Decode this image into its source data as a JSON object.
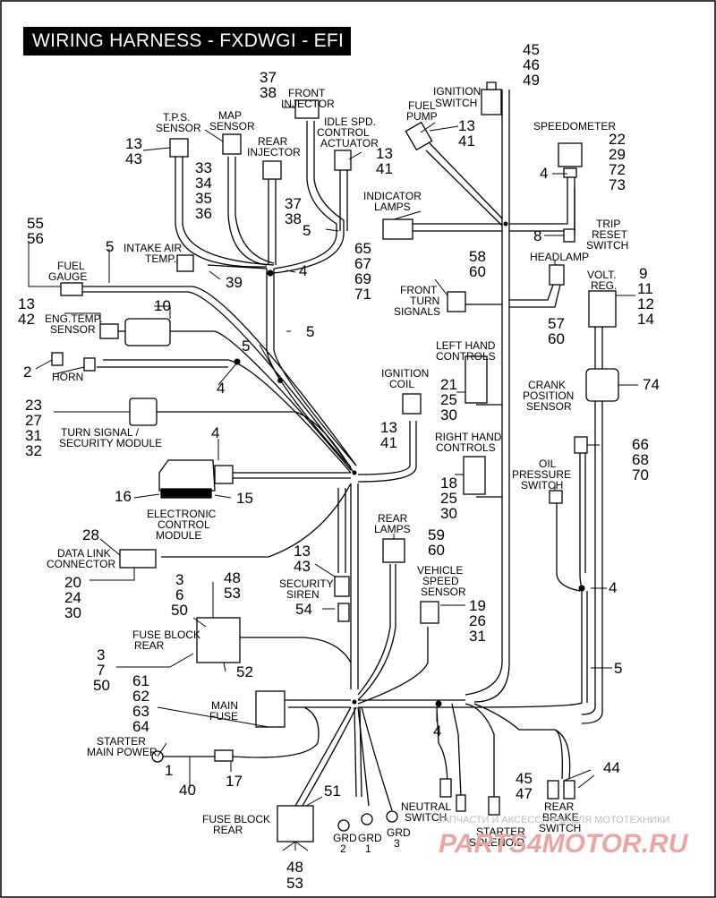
{
  "title": "WIRING HARNESS - FXDWGI - EFI",
  "watermark": {
    "line1": "ЗАПЧАСТИ И АКСЕССУАРЫ ДЛЯ МОТОТЕХНИКИ",
    "brand": "PARTS4MOTOR.RU",
    "color_red": "#e8a7a7"
  },
  "components": [
    {
      "key": "ignition_switch",
      "label": [
        "IGNITION",
        "SWITCH"
      ],
      "numbers": [
        "45",
        "46",
        "49"
      ]
    },
    {
      "key": "fuel_pump",
      "label": [
        "FUEL",
        "PUMP"
      ],
      "numbers": [
        "13",
        "41"
      ]
    },
    {
      "key": "speedometer",
      "label": [
        "SPEEDOMETER"
      ],
      "numbers": [
        "22",
        "29",
        "72",
        "73"
      ]
    },
    {
      "key": "speedo_4",
      "label": [],
      "numbers": [
        "4"
      ]
    },
    {
      "key": "trip_reset",
      "label": [
        "TRIP",
        "RESET",
        "SWITCH"
      ],
      "numbers": [
        "8"
      ]
    },
    {
      "key": "front_injector",
      "label": [
        "FRONT",
        "INJECTOR"
      ],
      "numbers": [
        "37",
        "38"
      ]
    },
    {
      "key": "tps_sensor",
      "label": [
        "T.P.S.",
        "SENSOR"
      ],
      "numbers": [
        "13",
        "43"
      ]
    },
    {
      "key": "map_sensor",
      "label": [
        "MAP",
        "SENSOR"
      ],
      "numbers": [
        "33",
        "34",
        "35",
        "36"
      ]
    },
    {
      "key": "rear_injector",
      "label": [
        "REAR",
        "INJECTOR"
      ],
      "numbers": [
        "37",
        "38"
      ]
    },
    {
      "key": "idle_speed",
      "label": [
        "IDLE  SPD.",
        "CONTROL",
        "ACTUATOR"
      ],
      "numbers": [
        "13",
        "41"
      ]
    },
    {
      "key": "idle_5",
      "label": [],
      "numbers": [
        "5"
      ]
    },
    {
      "key": "indicator_lamps",
      "label": [
        "INDICATOR",
        "LAMPS"
      ],
      "numbers": [
        "65",
        "67",
        "69",
        "71"
      ]
    },
    {
      "key": "intake_air",
      "label": [
        "INTAKE AIR",
        "TEMP."
      ],
      "numbers": [
        "39"
      ]
    },
    {
      "key": "harness_4_top",
      "label": [],
      "numbers": [
        "4"
      ]
    },
    {
      "key": "fuel_gauge",
      "label": [
        "FUEL",
        "GAUGE"
      ],
      "numbers": [
        "55",
        "56"
      ]
    },
    {
      "key": "fuel_gauge_5",
      "label": [],
      "numbers": [
        "5"
      ]
    },
    {
      "key": "eng_temp",
      "label": [
        "ENG.TEMP.",
        "SENSOR"
      ],
      "numbers": [
        "13",
        "42"
      ]
    },
    {
      "key": "item_10",
      "label": [],
      "numbers": [
        "10"
      ]
    },
    {
      "key": "mid_5",
      "label": [],
      "numbers": [
        "5"
      ]
    },
    {
      "key": "front_turn",
      "label": [
        "FRONT",
        "TURN",
        "SIGNALS"
      ],
      "numbers": [
        "58",
        "60"
      ]
    },
    {
      "key": "headlamp",
      "label": [
        "HEADLAMP"
      ],
      "numbers": [
        "57",
        "60"
      ]
    },
    {
      "key": "volt_reg",
      "label": [
        "VOLT.",
        "REG."
      ],
      "numbers": [
        "9",
        "11",
        "12",
        "14"
      ]
    },
    {
      "key": "horn",
      "label": [
        "HORN"
      ],
      "numbers": [
        "2"
      ]
    },
    {
      "key": "horn_4",
      "label": [],
      "numbers": [
        "4"
      ]
    },
    {
      "key": "horn_5",
      "label": [],
      "numbers": [
        "5"
      ]
    },
    {
      "key": "left_controls",
      "label": [
        "LEFT HAND",
        "CONTROLS"
      ],
      "numbers": [
        "21",
        "25",
        "30"
      ]
    },
    {
      "key": "item_74",
      "label": [],
      "numbers": [
        "74"
      ]
    },
    {
      "key": "ignition_coil",
      "label": [
        "IGNITION",
        "COIL"
      ],
      "numbers": [
        "13",
        "41"
      ]
    },
    {
      "key": "turn_security",
      "label": [
        "TURN SIGNAL /",
        "SECURITY MODULE"
      ],
      "numbers": [
        "23",
        "27",
        "31",
        "32"
      ]
    },
    {
      "key": "crank_sensor",
      "label": [
        "CRANK",
        "POSITION",
        "SENSOR"
      ],
      "numbers": [
        "66",
        "68",
        "70"
      ]
    },
    {
      "key": "right_controls",
      "label": [
        "RIGHT HAND",
        "CONTROLS"
      ],
      "numbers": [
        "18",
        "25",
        "30"
      ]
    },
    {
      "key": "ecm",
      "label": [
        "ELECTRONIC",
        "CONTROL",
        "MODULE"
      ],
      "numbers": [
        "16",
        "15",
        "4"
      ]
    },
    {
      "key": "oil_pressure",
      "label": [
        "OIL",
        "PRESSURE",
        "SWITCH"
      ],
      "numbers": []
    },
    {
      "key": "rear_lamps",
      "label": [
        "REAR",
        "LAMPS"
      ],
      "numbers": [
        "59",
        "60"
      ]
    },
    {
      "key": "data_link",
      "label": [
        "DATA LINK",
        "CONNECTOR"
      ],
      "numbers": [
        "28",
        "20",
        "24",
        "30"
      ]
    },
    {
      "key": "security_siren",
      "label": [
        "SECURITY",
        "SIREN"
      ],
      "numbers": [
        "13",
        "43",
        "54"
      ]
    },
    {
      "key": "vehicle_speed",
      "label": [
        "VEHICLE",
        "SPEED",
        "SENSOR"
      ],
      "numbers": [
        "19",
        "26",
        "31"
      ]
    },
    {
      "key": "oil_4",
      "label": [],
      "numbers": [
        "4"
      ]
    },
    {
      "key": "fuse_block_rear_top",
      "label": [
        "FUSE BLOCK",
        "REAR"
      ],
      "numbers": [
        "3",
        "6",
        "50",
        "48",
        "53",
        "3",
        "7",
        "50",
        "52"
      ]
    },
    {
      "key": "oil_5",
      "label": [],
      "numbers": [
        "5"
      ]
    },
    {
      "key": "main_fuse",
      "label": [
        "MAIN",
        "FUSE"
      ],
      "numbers": [
        "61",
        "62",
        "63",
        "64"
      ]
    },
    {
      "key": "starter_main",
      "label": [
        "STARTER",
        "MAIN POWER"
      ],
      "numbers": [
        "1",
        "40",
        "17"
      ]
    },
    {
      "key": "center_4",
      "label": [],
      "numbers": [
        "4"
      ]
    },
    {
      "key": "rear_brake",
      "label": [
        "REAR",
        "BRAKE",
        "SWITCH"
      ],
      "numbers": [
        "44"
      ]
    },
    {
      "key": "neutral",
      "label": [
        "NEUTRAL",
        "SWITCH"
      ],
      "numbers": []
    },
    {
      "key": "starter_solenoid",
      "label": [
        "STARTER",
        "SOLENOID"
      ],
      "numbers": [
        "45",
        "47"
      ]
    },
    {
      "key": "fuse_block_rear_bottom",
      "label": [
        "FUSE BLOCK",
        "REAR"
      ],
      "numbers": [
        "51",
        "48",
        "53"
      ]
    },
    {
      "key": "grounds",
      "label": [
        "GRD",
        "2",
        "GRD",
        "1",
        "GRD",
        "3"
      ],
      "numbers": []
    }
  ]
}
